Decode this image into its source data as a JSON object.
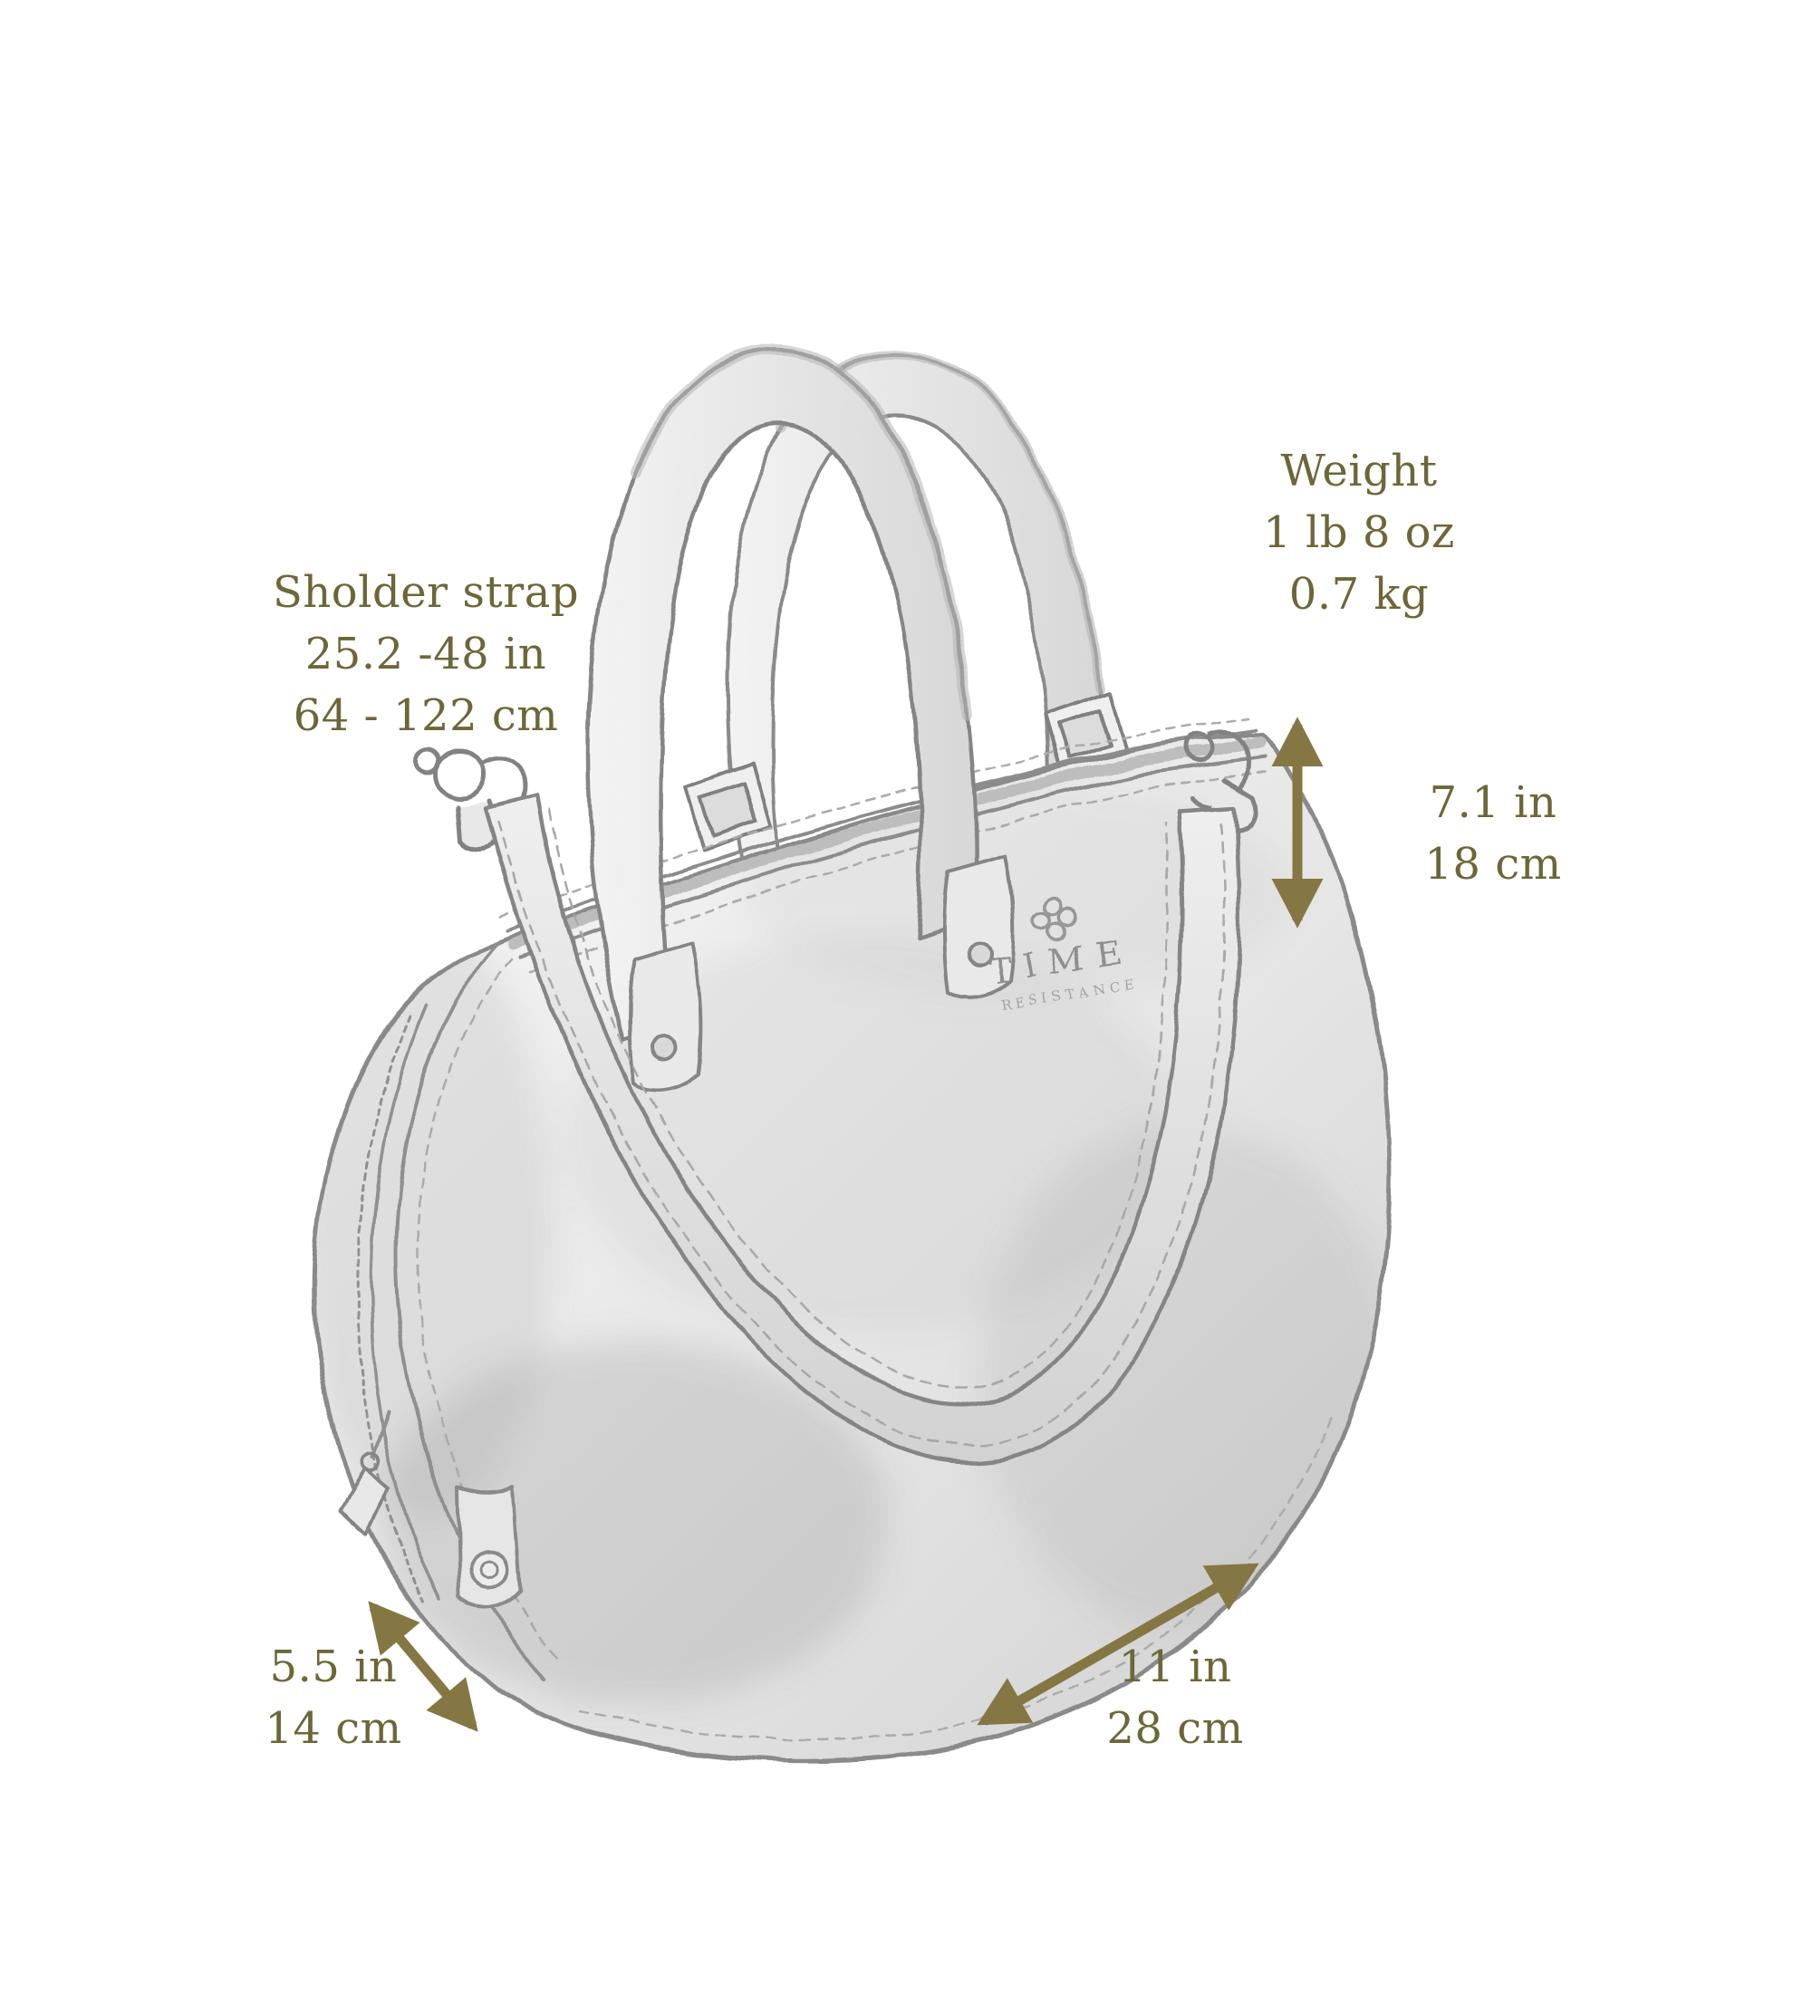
{
  "colors": {
    "background": "#ffffff",
    "label_text": "#6d6638",
    "arrow": "#857743",
    "sketch_line": "#8a8a8a"
  },
  "labels": {
    "weight": {
      "line1": "Weight",
      "line2": "1 lb 8 oz",
      "line3": "0.7 kg"
    },
    "shoulder_strap": {
      "line1": "Sholder strap",
      "line2": "25.2 -48 in",
      "line3": "64 - 122 cm"
    },
    "height": {
      "line1": "7.1 in",
      "line2": "18 cm"
    },
    "depth": {
      "line1": "5.5 in",
      "line2": "14 cm"
    },
    "width": {
      "line1": "11 in",
      "line2": "28 cm"
    }
  },
  "bag": {
    "logo_line1": "TIME",
    "logo_line2": "RESISTANCE"
  }
}
